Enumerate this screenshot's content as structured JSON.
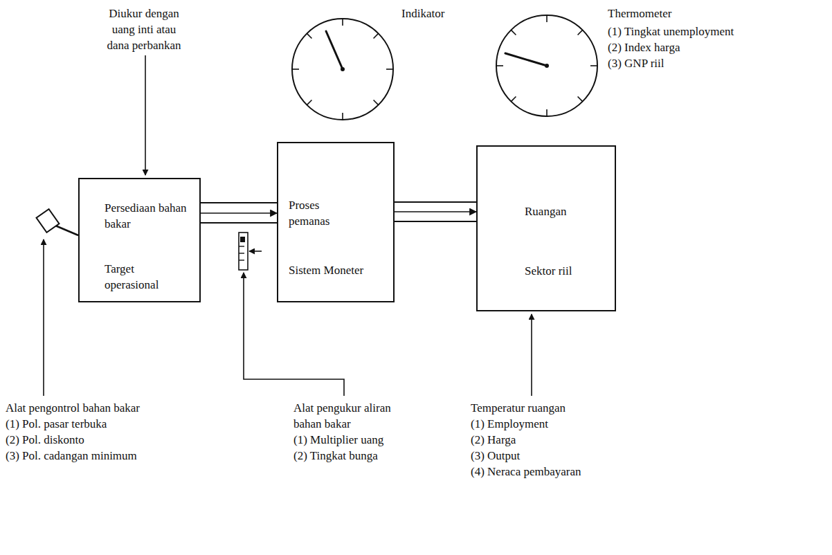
{
  "diagram": {
    "nodes": [
      {
        "text": [
          "Indikator"
        ]
      },
      {
        "text": [
          "Thermometer"
        ]
      },
      {
        "text": [
          "Persediaan bahan bakar",
          "Target operasional"
        ]
      },
      {
        "text": [
          "Proses pemanas",
          "Sistem Moneter"
        ]
      },
      {
        "text": [
          "Ruangan",
          "Sektor riil"
        ]
      }
    ],
    "edges": [
      {
        "from": 2,
        "to": 3,
        "arrow": "to"
      },
      {
        "from": 3,
        "to": 4,
        "arrow": "to"
      }
    ],
    "labels": [
      "Diukur dengan uang inti atau dana perbankan",
      "(1) Tingkat unemployment",
      "(2) Index harga",
      "(3) GNP riil",
      "Alat pengontrol bahan bakar",
      "(1) Pol. pasar terbuka",
      "(2) Pol. diskonto",
      "(3) Pol. cadangan minimum",
      "Alat pengukur aliran bahan bakar",
      "(1) Multiplier uang",
      "(2) Tingkat bunga",
      "Temperatur ruangan",
      "(1) Employment",
      "(2) Harga",
      "(3) Output",
      "(4) Neraca pembayaran"
    ]
  }
}
